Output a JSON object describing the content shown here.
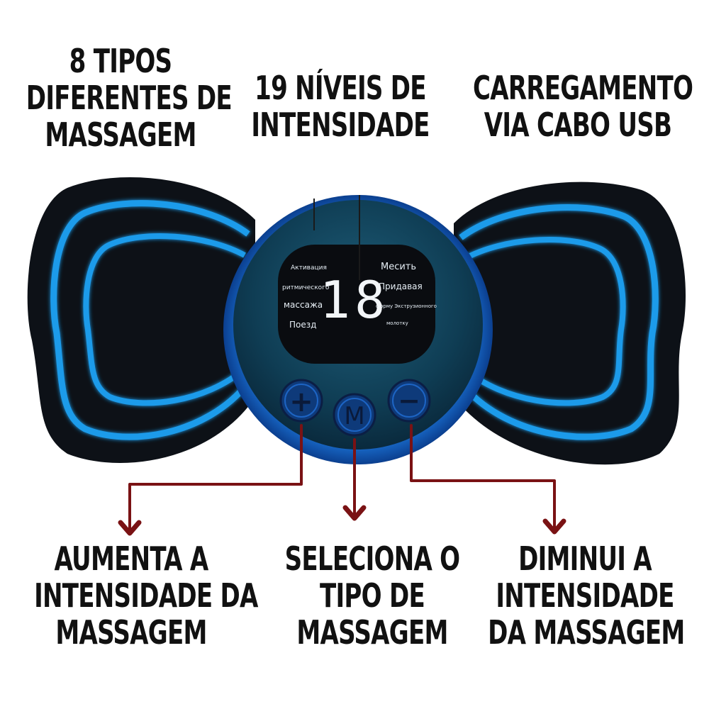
{
  "features": {
    "massage_types": [
      "8 TIPOS",
      "DIFERENTES DE",
      "MASSAGEM"
    ],
    "intensity_levels": [
      "19 NÍVEIS DE",
      "INTENSIDADE"
    ],
    "charging": [
      "CARREGAMENTO",
      "VIA CABO  USB"
    ]
  },
  "device": {
    "display_value": "18",
    "lcd_labels": {
      "left_1": "Активация",
      "left_2": "ритмического",
      "left_3": "массажа",
      "left_4": "Поезд",
      "right_1": "Месить",
      "right_2": "Придавая",
      "right_3": "форму Экструзионного",
      "right_4": "молотку"
    },
    "buttons": {
      "plus_symbol": "+",
      "mode_symbol": "M",
      "minus_symbol": "−"
    }
  },
  "buttons_info": {
    "increase": [
      "AUMENTA A",
      "INTENSIDADE DA",
      "MASSAGEM"
    ],
    "select": [
      "SELECIONA O",
      "TIPO DE",
      "MASSAGEM"
    ],
    "decrease": [
      "DIMINUI A",
      "INTENSIDADE",
      "DA MASSAGEM"
    ]
  },
  "colors": {
    "glow_blue": "#1e9bea",
    "pad_dark": "#0d1117",
    "arrow_red": "#7a1214",
    "text": "#111111"
  }
}
